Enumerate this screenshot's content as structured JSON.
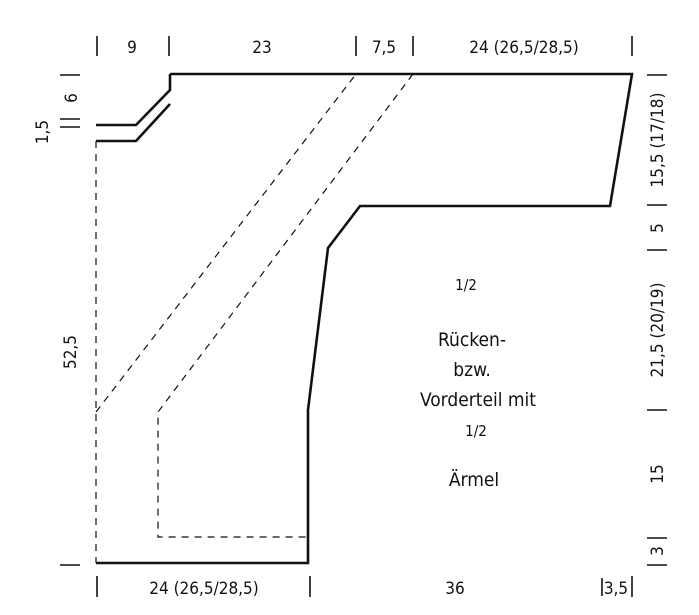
{
  "diagram": {
    "top_dimensions": [
      "9",
      "23",
      "7,5",
      "24 (26,5/28,5)"
    ],
    "bottom_dimensions": [
      "24 (26,5/28,5)",
      "36",
      "3,5"
    ],
    "left_dimensions": [
      "1,5",
      "6",
      "52,5"
    ],
    "right_dimensions": [
      "15,5 (17/18)",
      "5",
      "21,5 (20/19)",
      "15",
      "3"
    ],
    "center_label": {
      "fraction_top": "1/2",
      "line1": "Rücken-",
      "line2": "bzw.",
      "line3": "Vorderteil mit",
      "fraction_bottom": "1/2",
      "line4": "Ärmel"
    }
  }
}
